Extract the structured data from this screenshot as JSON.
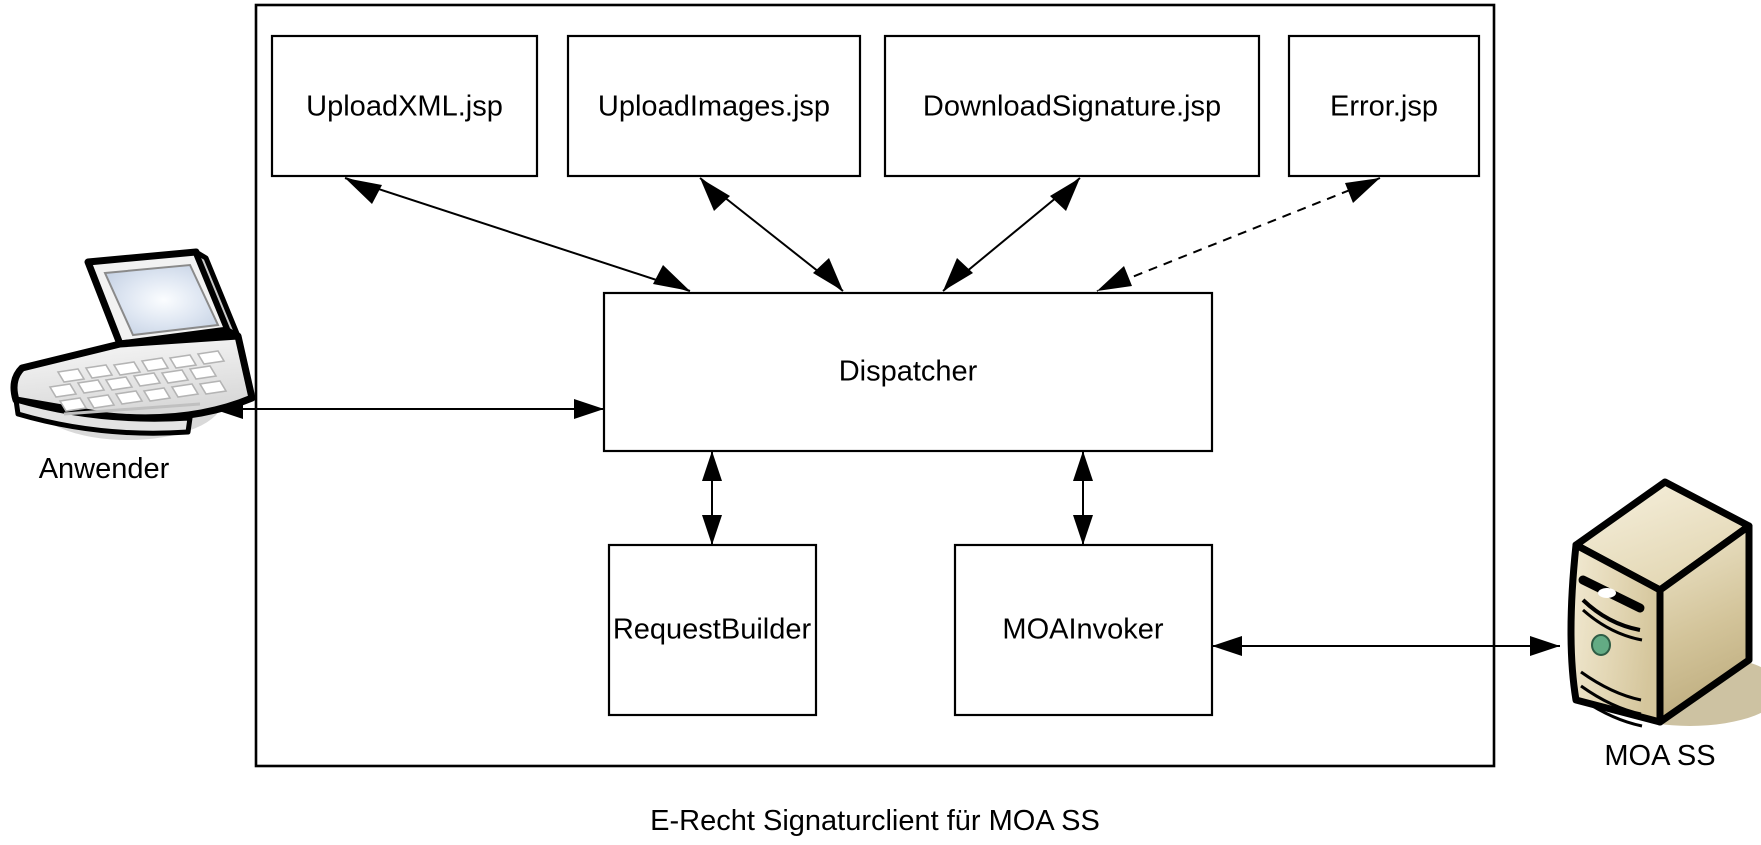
{
  "diagram": {
    "caption": "E-Recht Signaturclient für MOA SS",
    "container_label": "",
    "nodes": {
      "upload_xml": "UploadXML.jsp",
      "upload_images": "UploadImages.jsp",
      "download_signature": "DownloadSignature.jsp",
      "error": "Error.jsp",
      "dispatcher": "Dispatcher",
      "request_builder": "RequestBuilder",
      "moa_invoker": "MOAInvoker"
    },
    "actors": {
      "user": "Anwender",
      "server": "MOA SS"
    },
    "icons": {
      "user": "laptop-icon",
      "server": "server-tower-icon"
    },
    "colors": {
      "stroke": "#000000",
      "box_fill": "#ffffff",
      "background": "#ffffff",
      "laptop_screen": "#dde4f0",
      "laptop_body": "#eeeeee",
      "server_body": "#e8dfc4",
      "server_side": "#c9b98c",
      "server_led": "#5aa87a",
      "shadow": "#d9d9d9"
    },
    "edges": [
      {
        "from": "Anwender",
        "to": "Dispatcher",
        "style": "solid",
        "direction": "both"
      },
      {
        "from": "Dispatcher",
        "to": "UploadXML.jsp",
        "style": "solid",
        "direction": "both"
      },
      {
        "from": "Dispatcher",
        "to": "UploadImages.jsp",
        "style": "solid",
        "direction": "both"
      },
      {
        "from": "Dispatcher",
        "to": "DownloadSignature.jsp",
        "style": "solid",
        "direction": "both"
      },
      {
        "from": "Dispatcher",
        "to": "Error.jsp",
        "style": "dashed",
        "direction": "both"
      },
      {
        "from": "Dispatcher",
        "to": "RequestBuilder",
        "style": "solid",
        "direction": "both"
      },
      {
        "from": "Dispatcher",
        "to": "MOAInvoker",
        "style": "solid",
        "direction": "both"
      },
      {
        "from": "MOAInvoker",
        "to": "MOA SS",
        "style": "solid",
        "direction": "both"
      }
    ]
  }
}
